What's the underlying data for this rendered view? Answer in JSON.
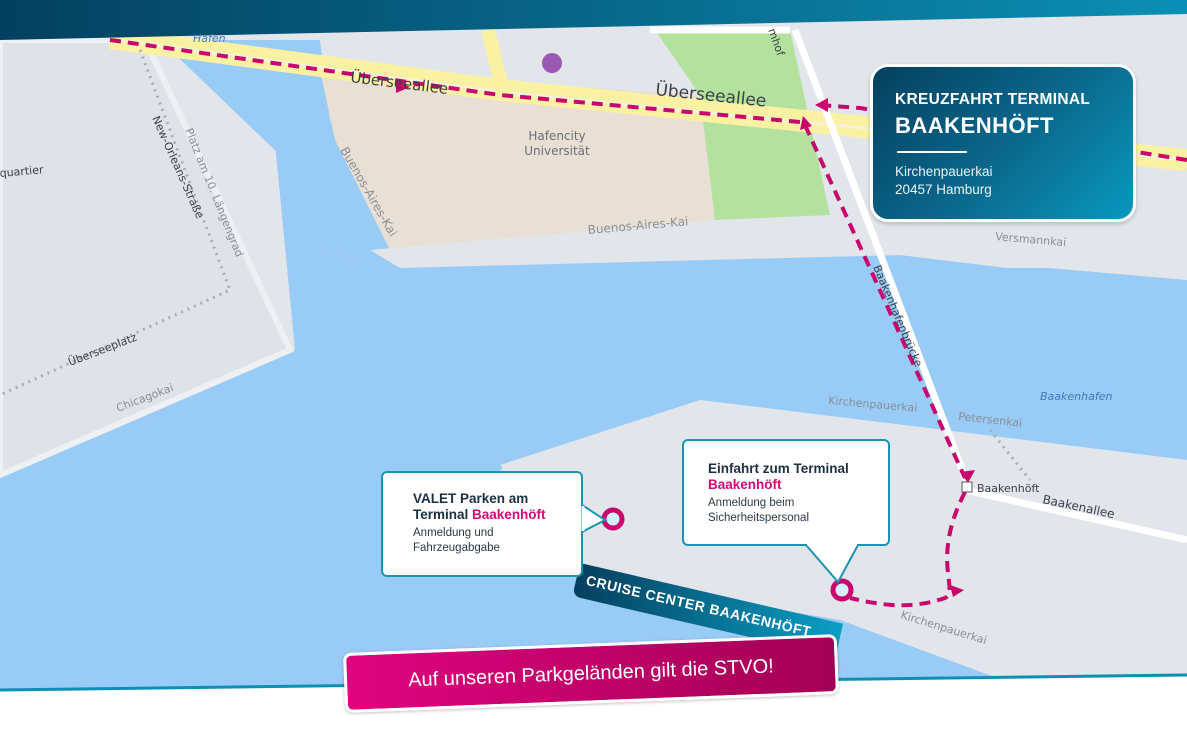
{
  "terminal_card": {
    "title_line1": "KREUZFAHRT TERMINAL",
    "title_line2": "BAAKENHÖFT",
    "address_line1": "Kirchenpauerkai",
    "address_line2": "20457 Hamburg"
  },
  "valet_callout": {
    "title_part1": "VALET Parken am",
    "title_part2": "Terminal",
    "title_highlight": "Baakenhöft",
    "description_line1": "Anmeldung und",
    "description_line2": "Fahrzeugabgabe"
  },
  "entrance_callout": {
    "title": "Einfahrt zum Terminal",
    "title_highlight": "Baakenhöft",
    "description_line1": "Anmeldung beim",
    "description_line2": "Sicherheitspersonal"
  },
  "cruise_center_label": "CRUISE CENTER BAAKENHÖFT",
  "notice_banner": "Auf unseren Parkgeländen gilt die STVO!",
  "map_labels": {
    "hafen": "Hafen",
    "ueberseeallee_1": "Überseeallee",
    "ueberseeallee_2": "Überseeallee",
    "university": [
      "Hafencity",
      "Universität"
    ],
    "buenos_aires_kai_1": "Buenos-Aires-Kai",
    "buenos_aires_kai_2": "Buenos-Aires-Kai",
    "quartier": "quartier",
    "new_orleans": "New-Orleans-Straße",
    "platz": "Platz am 10. Längengrad",
    "ueberseeplatz": "Überseeplatz",
    "chicagokai": "Chicagokai",
    "versmannkai": "Versmannkai",
    "baakenhafenbruecke": "Baakenhafenbrücke",
    "baakenhafen": "Baakenhafen",
    "kirchenpauerkai_1": "Kirchenpauerkai",
    "kirchenpauerkai_2": "Kirchenpauerkai",
    "petersenkai": "Petersenkai",
    "baakenhoeft_stop": "Baakenhöft",
    "baakenallee": "Baakenallee",
    "mhof": "mhof"
  },
  "colors": {
    "route": "#c8066e",
    "water": "#99cbf7",
    "land": "#e2e6ea",
    "campus": "#e8e0d4",
    "park": "#b2e29d",
    "major_road": "#fbf1a3",
    "header": "#04405f"
  }
}
